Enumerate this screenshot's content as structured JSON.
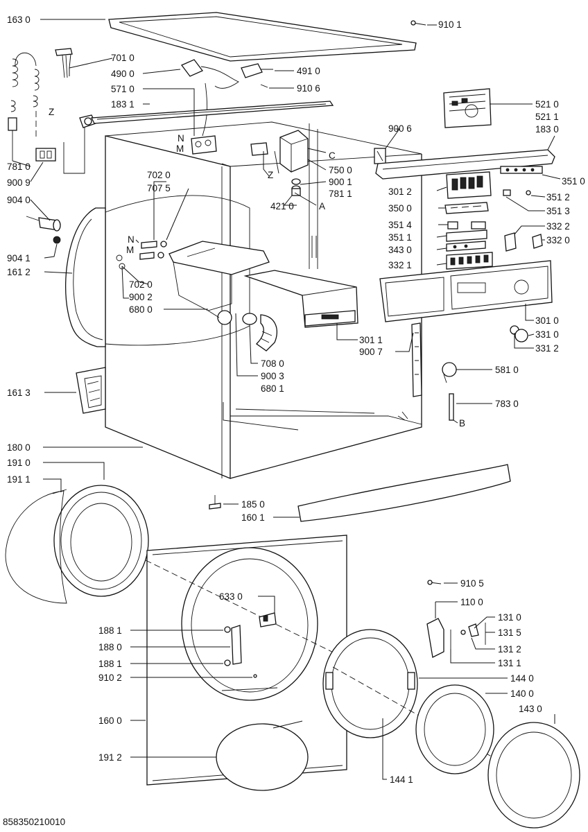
{
  "footer": {
    "doc_code": "858350210010"
  },
  "parts": [
    {
      "id": "top-cover",
      "number": "163 0"
    },
    {
      "id": "top-screw",
      "number": "910 1"
    },
    {
      "id": "lid-pin",
      "number": "701 0"
    },
    {
      "id": "suppressor",
      "number": "490 0"
    },
    {
      "id": "clip-491",
      "number": "491 0"
    },
    {
      "id": "harness",
      "number": "571 0"
    },
    {
      "id": "screw-9106",
      "number": "910 6"
    },
    {
      "id": "top-rail",
      "number": "183 1"
    },
    {
      "id": "control-module",
      "number": "521 0"
    },
    {
      "id": "control-module-alt",
      "number": "521 1"
    },
    {
      "id": "clip-9006",
      "number": "900 6"
    },
    {
      "id": "rear-rail",
      "number": "183 0"
    },
    {
      "id": "letter-N-valve",
      "number": "N"
    },
    {
      "id": "letter-M-valve",
      "number": "M"
    },
    {
      "id": "letter-C",
      "number": "C"
    },
    {
      "id": "filter-7500",
      "number": "750 0"
    },
    {
      "id": "letter-Z-left",
      "number": "Z"
    },
    {
      "id": "letter-Z-mid",
      "number": "Z"
    },
    {
      "id": "hose-clamp",
      "number": "900 1"
    },
    {
      "id": "seal-7811",
      "number": "781 1"
    },
    {
      "id": "cap-4210",
      "number": "421 0"
    },
    {
      "id": "letter-A",
      "number": "A"
    },
    {
      "id": "spring-7810",
      "number": "781 0"
    },
    {
      "id": "clip-9009",
      "number": "900 9"
    },
    {
      "id": "inlet-7020",
      "number": "702 0"
    },
    {
      "id": "inlet-7075",
      "number": "707 5"
    },
    {
      "id": "pcb-3012",
      "number": "301 2"
    },
    {
      "id": "knob-3510",
      "number": "351 0"
    },
    {
      "id": "switch-3512",
      "number": "351 2"
    },
    {
      "id": "lever-3513",
      "number": "351 3"
    },
    {
      "id": "board-3500",
      "number": "350 0"
    },
    {
      "id": "bracket-3322",
      "number": "332 2"
    },
    {
      "id": "bracket-3320",
      "number": "332 0"
    },
    {
      "id": "button-3514",
      "number": "351 4"
    },
    {
      "id": "button-3511",
      "number": "351 1"
    },
    {
      "id": "light-3430",
      "number": "343 0"
    },
    {
      "id": "buttons-3321",
      "number": "332 1"
    },
    {
      "id": "foot-9040",
      "number": "904 0"
    },
    {
      "id": "foot-9041",
      "number": "904 1"
    },
    {
      "id": "letter-N-inlet",
      "number": "N"
    },
    {
      "id": "letter-M-inlet",
      "number": "M"
    },
    {
      "id": "hose-7020",
      "number": "702 0"
    },
    {
      "id": "clamp-9002",
      "number": "900 2"
    },
    {
      "id": "side-panel-1612",
      "number": "161 2"
    },
    {
      "id": "dispenser-6800",
      "number": "680 0"
    },
    {
      "id": "panel-3010",
      "number": "301 0"
    },
    {
      "id": "knob-3310",
      "number": "331 0"
    },
    {
      "id": "knob-3312",
      "number": "331 2"
    },
    {
      "id": "drawer-3011",
      "number": "301 1"
    },
    {
      "id": "clip-9007",
      "number": "900 7"
    },
    {
      "id": "hose-7080",
      "number": "708 0"
    },
    {
      "id": "clamp-9003",
      "number": "900 3"
    },
    {
      "id": "bellows-6801",
      "number": "680 1"
    },
    {
      "id": "switch-5810",
      "number": "581 0"
    },
    {
      "id": "panel-1613",
      "number": "161 3"
    },
    {
      "id": "rod-7830",
      "number": "783 0"
    },
    {
      "id": "letter-B",
      "number": "B"
    },
    {
      "id": "cabinet-1800",
      "number": "180 0"
    },
    {
      "id": "gasket-1910",
      "number": "191 0"
    },
    {
      "id": "gasket-ring-1911",
      "number": "191 1"
    },
    {
      "id": "foot-1850",
      "number": "185 0"
    },
    {
      "id": "plinth-1601",
      "number": "160 1"
    },
    {
      "id": "screw-9105",
      "number": "910 5"
    },
    {
      "id": "hinge-1100",
      "number": "110 0"
    },
    {
      "id": "catch-1310",
      "number": "131 0"
    },
    {
      "id": "hook-1315",
      "number": "131 5"
    },
    {
      "id": "latch-1312",
      "number": "131 2"
    },
    {
      "id": "pin-1311",
      "number": "131 1"
    },
    {
      "id": "lock-6330",
      "number": "633 0"
    },
    {
      "id": "hinge-1881-a",
      "number": "188 1"
    },
    {
      "id": "hinge-1880",
      "number": "188 0"
    },
    {
      "id": "hinge-1881-b",
      "number": "188 1"
    },
    {
      "id": "screw-9102",
      "number": "910 2"
    },
    {
      "id": "door-frame-1440",
      "number": "144 0"
    },
    {
      "id": "door-glass-1400",
      "number": "140 0"
    },
    {
      "id": "door-ring-1430",
      "number": "143 0"
    },
    {
      "id": "front-panel-1600",
      "number": "160 0"
    },
    {
      "id": "spring-1912",
      "number": "191 2"
    },
    {
      "id": "screw-1441",
      "number": "144 1"
    }
  ]
}
